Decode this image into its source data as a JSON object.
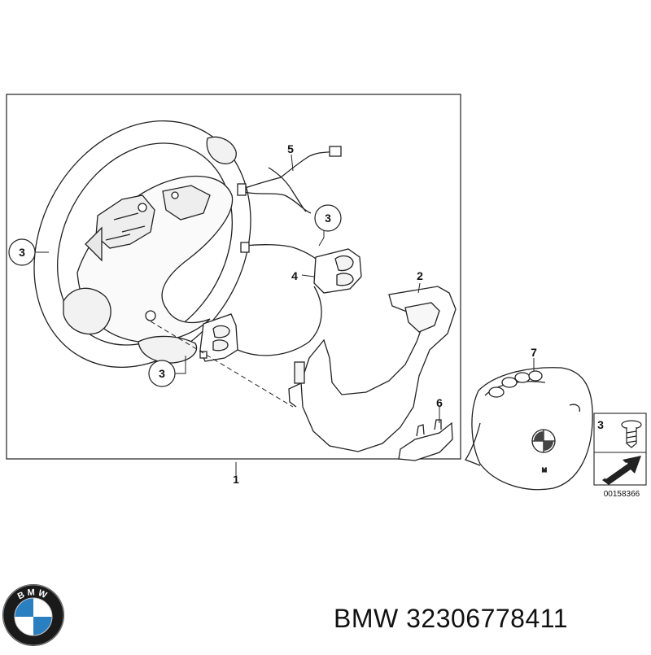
{
  "callouts": {
    "c1": "1",
    "c2": "2",
    "c3a": "3",
    "c3b": "3",
    "c3c": "3",
    "c3d": "3",
    "c4": "4",
    "c5": "5",
    "c6": "6",
    "c7": "7"
  },
  "drawing_number": "00158366",
  "airbag_badge_text": "M",
  "logo": {
    "ring_text": "BMW",
    "colors": {
      "blue": "#2a7fc1",
      "ring": "#1a1a1a",
      "white": "#ffffff"
    }
  },
  "caption": {
    "brand": "BMW",
    "part_number": "32306778411"
  }
}
